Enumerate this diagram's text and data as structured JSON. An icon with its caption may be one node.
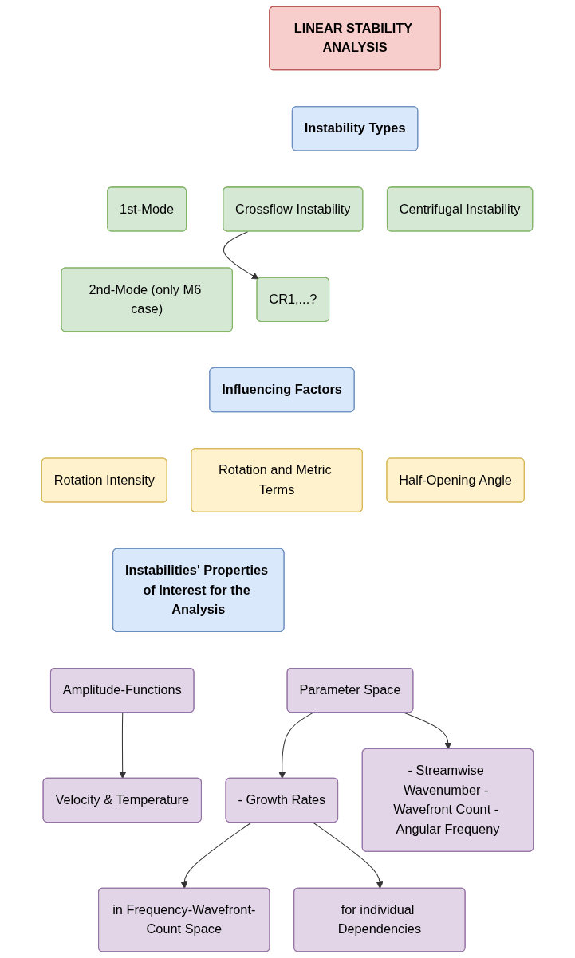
{
  "diagram": {
    "nodes": [
      {
        "text": [
          "LINEAR STABILITY ANALYSIS"
        ]
      },
      {
        "text": [
          "Instability Types"
        ]
      },
      {
        "text": [
          "1st-Mode"
        ]
      },
      {
        "text": [
          "Crossflow Instability"
        ]
      },
      {
        "text": [
          "Centrifugal Instability"
        ]
      },
      {
        "text": [
          "2nd-Mode (only M6 case)"
        ]
      },
      {
        "text": [
          "CR1,...?"
        ]
      },
      {
        "text": [
          "Influencing Factors"
        ]
      },
      {
        "text": [
          "Rotation Intensity"
        ]
      },
      {
        "text": [
          "Rotation and Metric Terms"
        ]
      },
      {
        "text": [
          "Half-Opening Angle"
        ]
      },
      {
        "text": [
          "Instabilities' Properties of Interest for the Analysis"
        ]
      },
      {
        "text": [
          "Amplitude-Functions"
        ]
      },
      {
        "text": [
          "Parameter Space"
        ]
      },
      {
        "text": [
          "Velocity & Temperature"
        ]
      },
      {
        "text": [
          "- Growth Rates"
        ]
      },
      {
        "text": [
          "- Streamwise Wavenumber - Wavefront Count - Angular Frequeny"
        ]
      },
      {
        "text": [
          "in Frequency-Wavefront-Count Space"
        ]
      },
      {
        "text": [
          "for individual Dependencies"
        ]
      }
    ],
    "edges": [
      {
        "from": 3,
        "to": 6,
        "arrow": "to"
      },
      {
        "from": 12,
        "to": 14,
        "arrow": "to"
      },
      {
        "from": 13,
        "to": 15,
        "arrow": "to"
      },
      {
        "from": 13,
        "to": 16,
        "arrow": "to"
      },
      {
        "from": 15,
        "to": 17,
        "arrow": "to"
      },
      {
        "from": 15,
        "to": 18,
        "arrow": "to"
      }
    ]
  }
}
